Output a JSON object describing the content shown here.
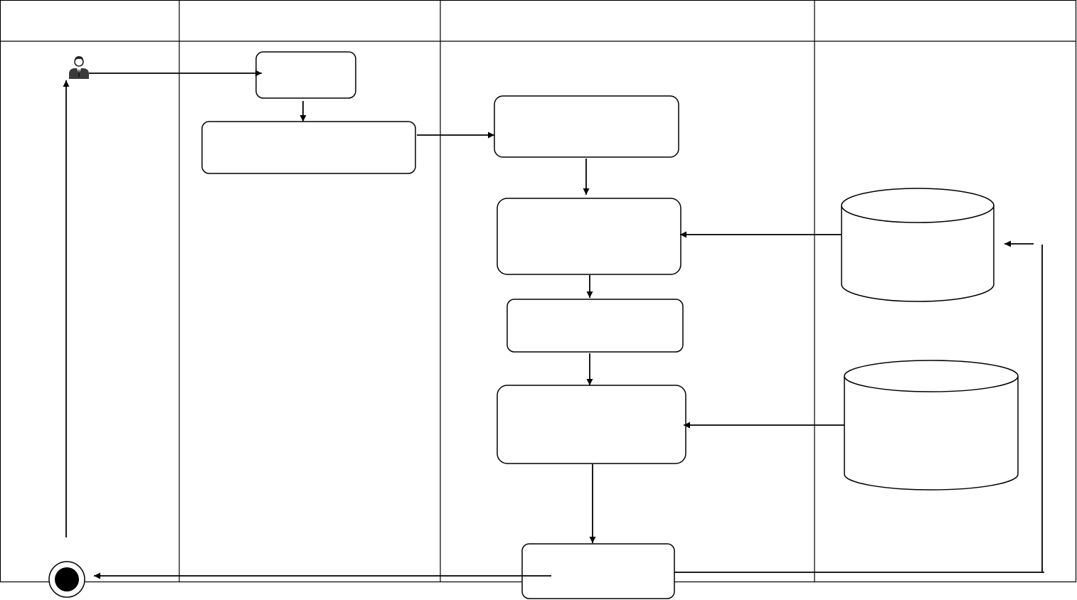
{
  "swimlanes": [
    {
      "id": "lane-1",
      "title": ""
    },
    {
      "id": "lane-2",
      "title": ""
    },
    {
      "id": "lane-3",
      "title": ""
    },
    {
      "id": "lane-4",
      "title": ""
    }
  ],
  "nodes": [
    {
      "id": "actor",
      "type": "actor",
      "label": "",
      "icon": "user-icon"
    },
    {
      "id": "box-1",
      "type": "activity",
      "label": ""
    },
    {
      "id": "box-2",
      "type": "activity",
      "label": ""
    },
    {
      "id": "box-3",
      "type": "activity",
      "label": ""
    },
    {
      "id": "box-4",
      "type": "activity",
      "label": ""
    },
    {
      "id": "box-5",
      "type": "activity",
      "label": ""
    },
    {
      "id": "box-6",
      "type": "activity",
      "label": ""
    },
    {
      "id": "box-7",
      "type": "activity",
      "label": ""
    },
    {
      "id": "db-1",
      "type": "datastore",
      "label": "",
      "icon": "database-icon"
    },
    {
      "id": "db-2",
      "type": "datastore",
      "label": "",
      "icon": "database-icon"
    },
    {
      "id": "final",
      "type": "final-node",
      "label": ""
    }
  ],
  "edges": [
    {
      "from": "actor",
      "to": "box-1"
    },
    {
      "from": "box-1",
      "to": "box-2"
    },
    {
      "from": "box-2",
      "to": "box-3"
    },
    {
      "from": "box-3",
      "to": "box-4"
    },
    {
      "from": "db-1",
      "to": "box-4"
    },
    {
      "from": "box-4",
      "to": "box-5"
    },
    {
      "from": "box-5",
      "to": "box-6"
    },
    {
      "from": "db-2",
      "to": "box-6"
    },
    {
      "from": "box-6",
      "to": "box-7"
    },
    {
      "from": "box-7",
      "to": "db-1"
    },
    {
      "from": "box-7",
      "to": "final"
    },
    {
      "from": "final",
      "to": "actor"
    }
  ],
  "colors": {
    "stroke": "#000000",
    "fill": "#ffffff",
    "final_fill": "#000000"
  }
}
